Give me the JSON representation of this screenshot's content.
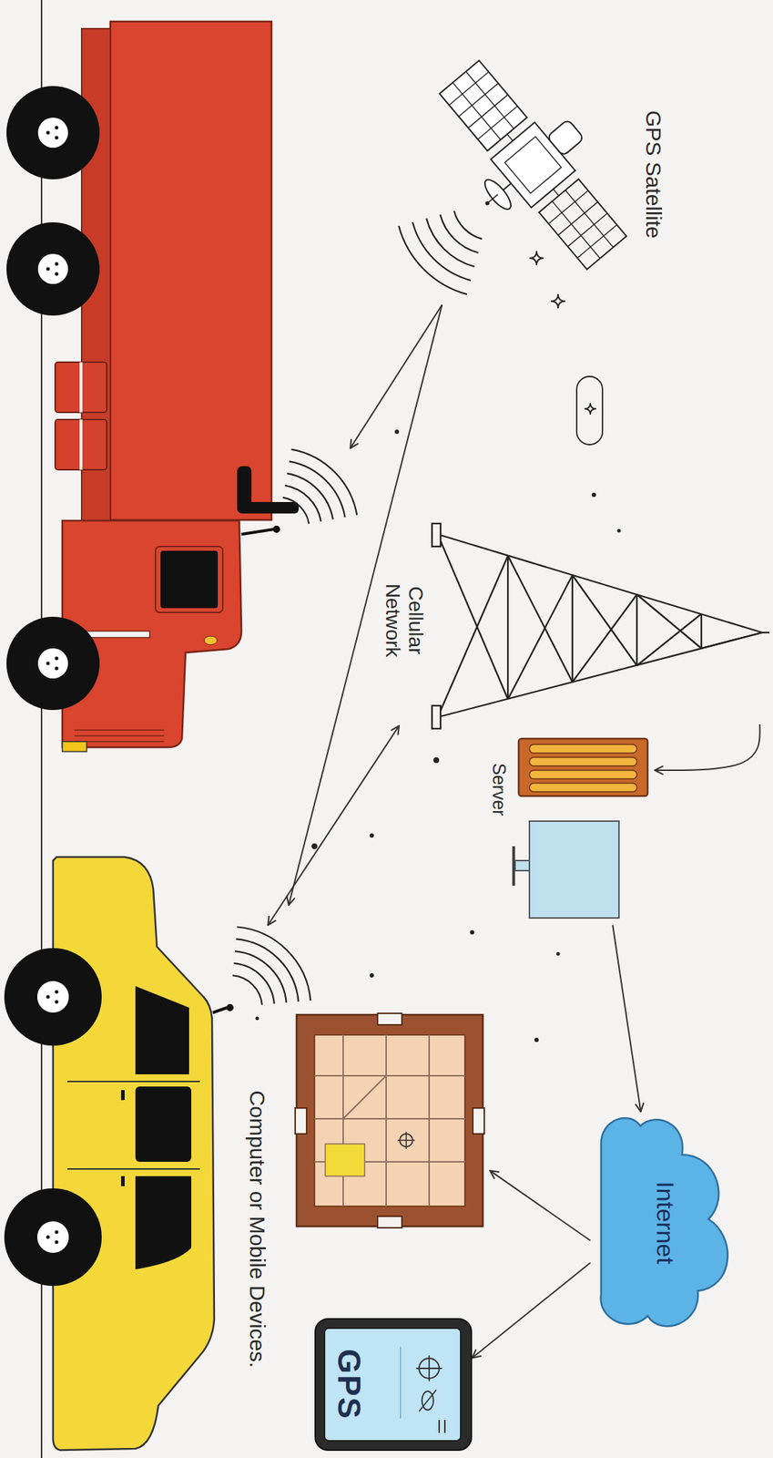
{
  "diagram": {
    "nodes": [
      {
        "text": [
          "GPS Satellite"
        ]
      },
      {
        "text": [
          "Cellular Network"
        ]
      },
      {
        "text": [
          "Server"
        ]
      },
      {
        "text": [
          "Internet"
        ]
      },
      {
        "text": [
          "Computer or Mobile Devices."
        ]
      },
      {
        "text": [
          "GPS"
        ],
        "in": 4
      }
    ],
    "edges": [
      {
        "from": 1,
        "to": 2,
        "arrow": "to"
      },
      {
        "from": 2,
        "to": 3,
        "arrow": "to"
      },
      {
        "from": 3,
        "to": 4,
        "arrow": "to"
      },
      {
        "from": 3,
        "to": 5,
        "arrow": "to"
      }
    ]
  }
}
